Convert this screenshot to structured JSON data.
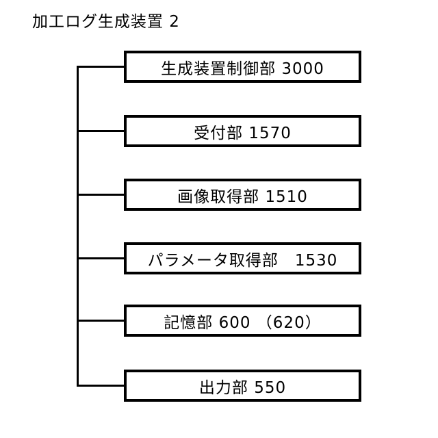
{
  "page": {
    "background_color": "#ffffff",
    "line_color": "#000000"
  },
  "title": "加工ログ生成装置 2",
  "diagram": {
    "boxes": [
      {
        "name": "生成装置制御部",
        "ref": "3000",
        "label": "生成装置制御部 3000"
      },
      {
        "name": "受付部",
        "ref": "1570",
        "label": "受付部 1570"
      },
      {
        "name": "画像取得部",
        "ref": "1510",
        "label": "画像取得部 1510"
      },
      {
        "name": "パラメータ取得部",
        "ref": "1530",
        "label": "パラメータ取得部　1530"
      },
      {
        "name": "記憶部",
        "ref": "600 （620）",
        "label": "記憶部 600 （620）"
      },
      {
        "name": "出力部",
        "ref": "550",
        "label": "出力部 550"
      }
    ]
  }
}
